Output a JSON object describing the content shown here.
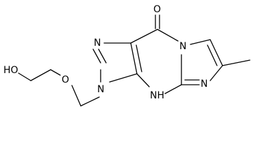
{
  "diagram": {
    "kind": "chemical-structure",
    "colors": {
      "bond": "#000000",
      "label": "#000000",
      "background": "#ffffff"
    },
    "atom_labels": {
      "hydroxyl": "HO",
      "ether_oxygen": "O",
      "carbonyl_oxygen": "O",
      "n3": "N",
      "n1": "N",
      "n4h": "NH",
      "n_bridge": "N",
      "n_imidazo": "N"
    }
  }
}
